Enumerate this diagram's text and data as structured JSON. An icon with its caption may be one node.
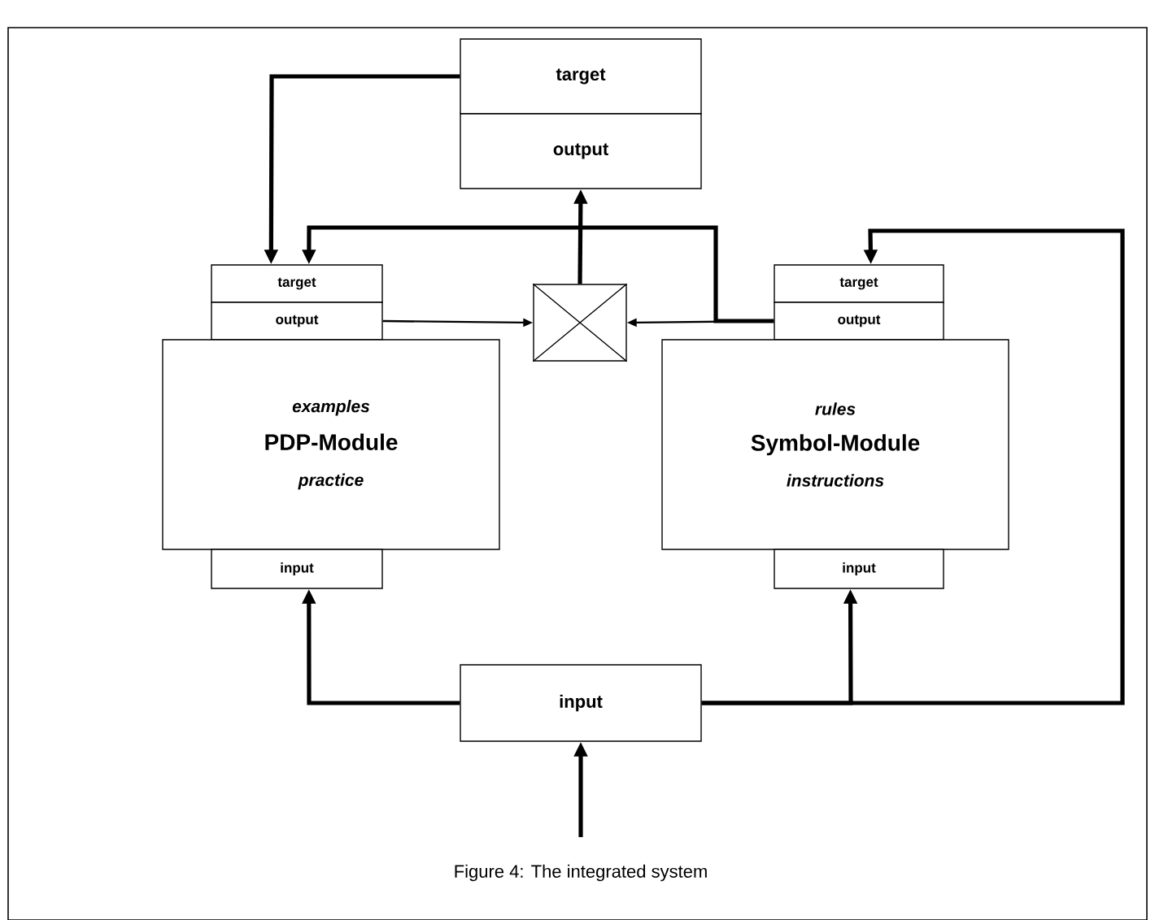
{
  "diagram": {
    "caption": "Figure 4:  The integrated system",
    "nodes": [
      {
        "text": [
          "target"
        ]
      },
      {
        "text": [
          "output"
        ]
      },
      {
        "text": [
          "target"
        ]
      },
      {
        "text": [
          "output"
        ]
      },
      {
        "text": [
          "examples",
          "PDP-Module",
          "practice"
        ]
      },
      {
        "text": [
          "input"
        ]
      },
      {
        "text": [],
        "shape": "box"
      },
      {
        "text": [
          "target"
        ]
      },
      {
        "text": [
          "output"
        ]
      },
      {
        "text": [
          "rules",
          "Symbol-Module",
          "instructions"
        ]
      },
      {
        "text": [
          "input"
        ]
      },
      {
        "text": [
          "input"
        ]
      }
    ],
    "edges": [
      {
        "from": 0,
        "to": 2,
        "arrow": "to"
      },
      {
        "from": 6,
        "to": 1,
        "arrow": "to"
      },
      {
        "from": 3,
        "to": 6,
        "arrow": "to"
      },
      {
        "from": 8,
        "to": 6,
        "arrow": "to"
      },
      {
        "from": 8,
        "to": 2,
        "arrow": "to"
      },
      {
        "from": 11,
        "to": 5,
        "arrow": "to"
      },
      {
        "from": 11,
        "to": 10,
        "arrow": "to"
      },
      {
        "from": 11,
        "to": 7,
        "arrow": "to"
      },
      {
        "from": null,
        "to": 11,
        "arrow": "to"
      }
    ]
  }
}
